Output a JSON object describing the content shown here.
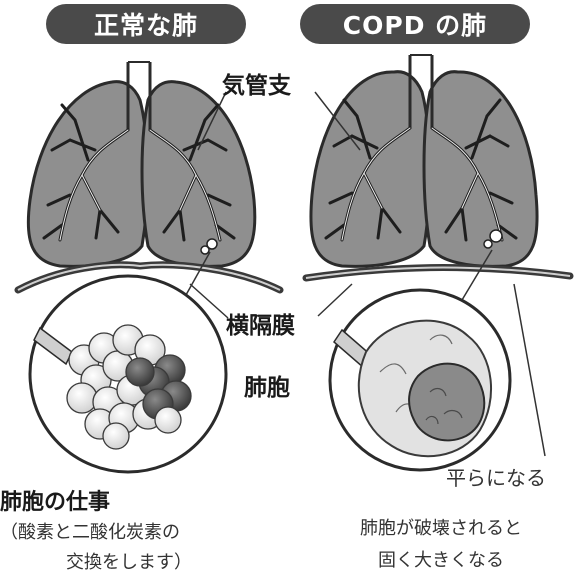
{
  "headers": {
    "normal": "正常な肺",
    "copd": "COPD の肺"
  },
  "labels": {
    "bronchi": "気管支",
    "diaphragm": "横隔膜",
    "alveoli": "肺胞",
    "flat": "平らになる"
  },
  "left_caption": {
    "title": "肺胞の仕事",
    "line1": "（酸素と二酸化炭素の",
    "line2": "交換をします）"
  },
  "right_caption": {
    "line1": "肺胞が破壊されると",
    "line2": "固く大きくなる"
  }
}
